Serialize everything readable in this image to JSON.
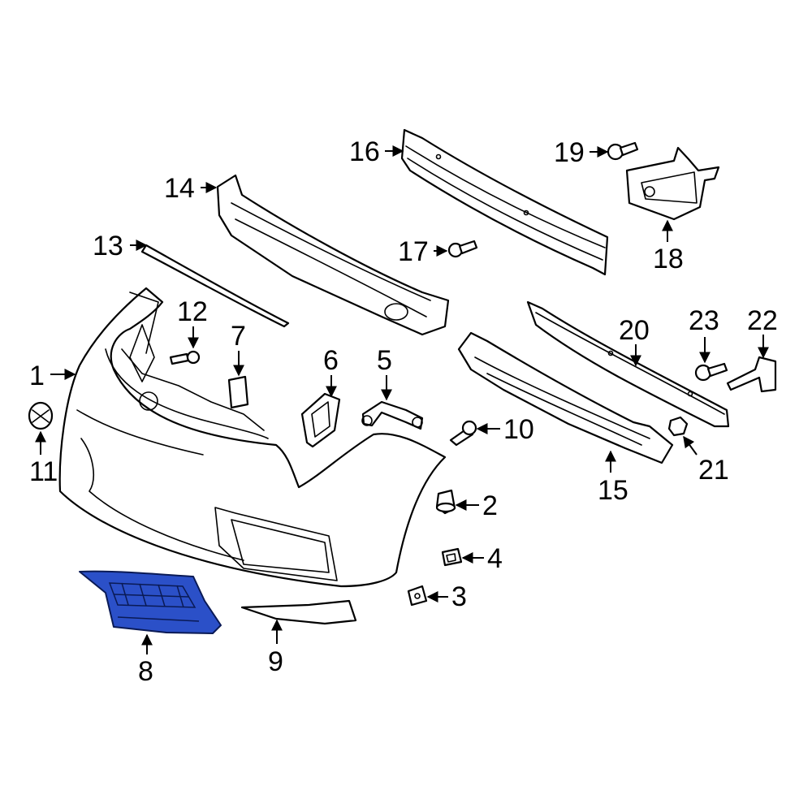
{
  "callouts": [
    {
      "id": "1",
      "label": "1"
    },
    {
      "id": "2",
      "label": "2"
    },
    {
      "id": "3",
      "label": "3"
    },
    {
      "id": "4",
      "label": "4"
    },
    {
      "id": "5",
      "label": "5"
    },
    {
      "id": "6",
      "label": "6"
    },
    {
      "id": "7",
      "label": "7"
    },
    {
      "id": "8",
      "label": "8"
    },
    {
      "id": "9",
      "label": "9"
    },
    {
      "id": "10",
      "label": "10"
    },
    {
      "id": "11",
      "label": "11"
    },
    {
      "id": "12",
      "label": "12"
    },
    {
      "id": "13",
      "label": "13"
    },
    {
      "id": "14",
      "label": "14"
    },
    {
      "id": "15",
      "label": "15"
    },
    {
      "id": "16",
      "label": "16"
    },
    {
      "id": "17",
      "label": "17"
    },
    {
      "id": "18",
      "label": "18"
    },
    {
      "id": "19",
      "label": "19"
    },
    {
      "id": "20",
      "label": "20"
    },
    {
      "id": "21",
      "label": "21"
    },
    {
      "id": "22",
      "label": "22"
    },
    {
      "id": "23",
      "label": "23"
    }
  ],
  "highlight": {
    "part": "8",
    "color": "#2b50c8"
  }
}
